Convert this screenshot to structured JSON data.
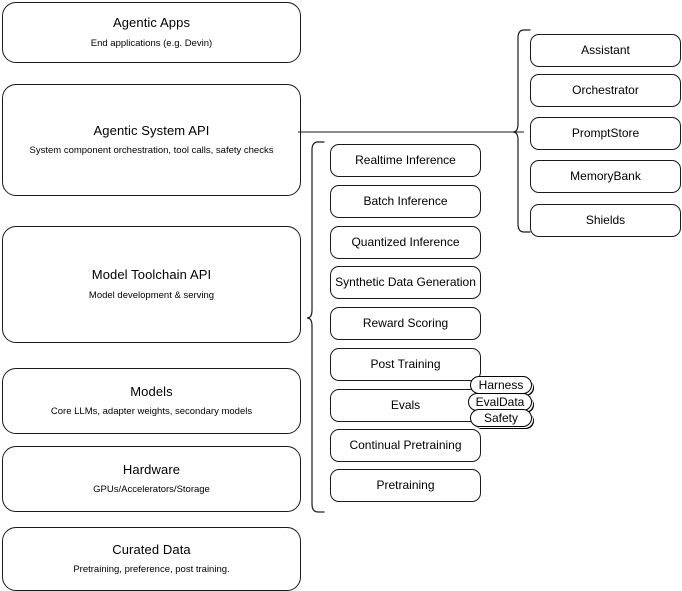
{
  "diagram": {
    "title": "Agentic stack layered architecture",
    "colors": {
      "stroke": "#1a1a1a",
      "background": "#ffffff",
      "text": "#000000"
    },
    "layers": [
      {
        "title": "Agentic Apps",
        "sub": "End applications (e.g. Devin)"
      },
      {
        "title": "Agentic System API",
        "sub": "System component orchestration, tool calls, safety checks"
      },
      {
        "title": "Model Toolchain API",
        "sub": "Model development & serving"
      },
      {
        "title": "Models",
        "sub": "Core LLMs, adapter weights, secondary models"
      },
      {
        "title": "Hardware",
        "sub": "GPUs/Accelerators/Storage"
      },
      {
        "title": "Curated Data",
        "sub": "Pretraining, preference, post training."
      }
    ],
    "toolchain_components": [
      {
        "label": "Realtime Inference"
      },
      {
        "label": "Batch Inference"
      },
      {
        "label": "Quantized Inference"
      },
      {
        "label": "Synthetic Data Generation"
      },
      {
        "label": "Reward Scoring"
      },
      {
        "label": "Post Training"
      },
      {
        "label": "Evals"
      },
      {
        "label": "Continual Pretraining"
      },
      {
        "label": "Pretraining"
      }
    ],
    "system_components": [
      {
        "label": "Assistant"
      },
      {
        "label": "Orchestrator"
      },
      {
        "label": "PromptStore"
      },
      {
        "label": "MemoryBank"
      },
      {
        "label": "Shields"
      }
    ],
    "eval_tags": [
      {
        "label": "Harness"
      },
      {
        "label": "EvalData"
      },
      {
        "label": "Safety"
      }
    ]
  }
}
